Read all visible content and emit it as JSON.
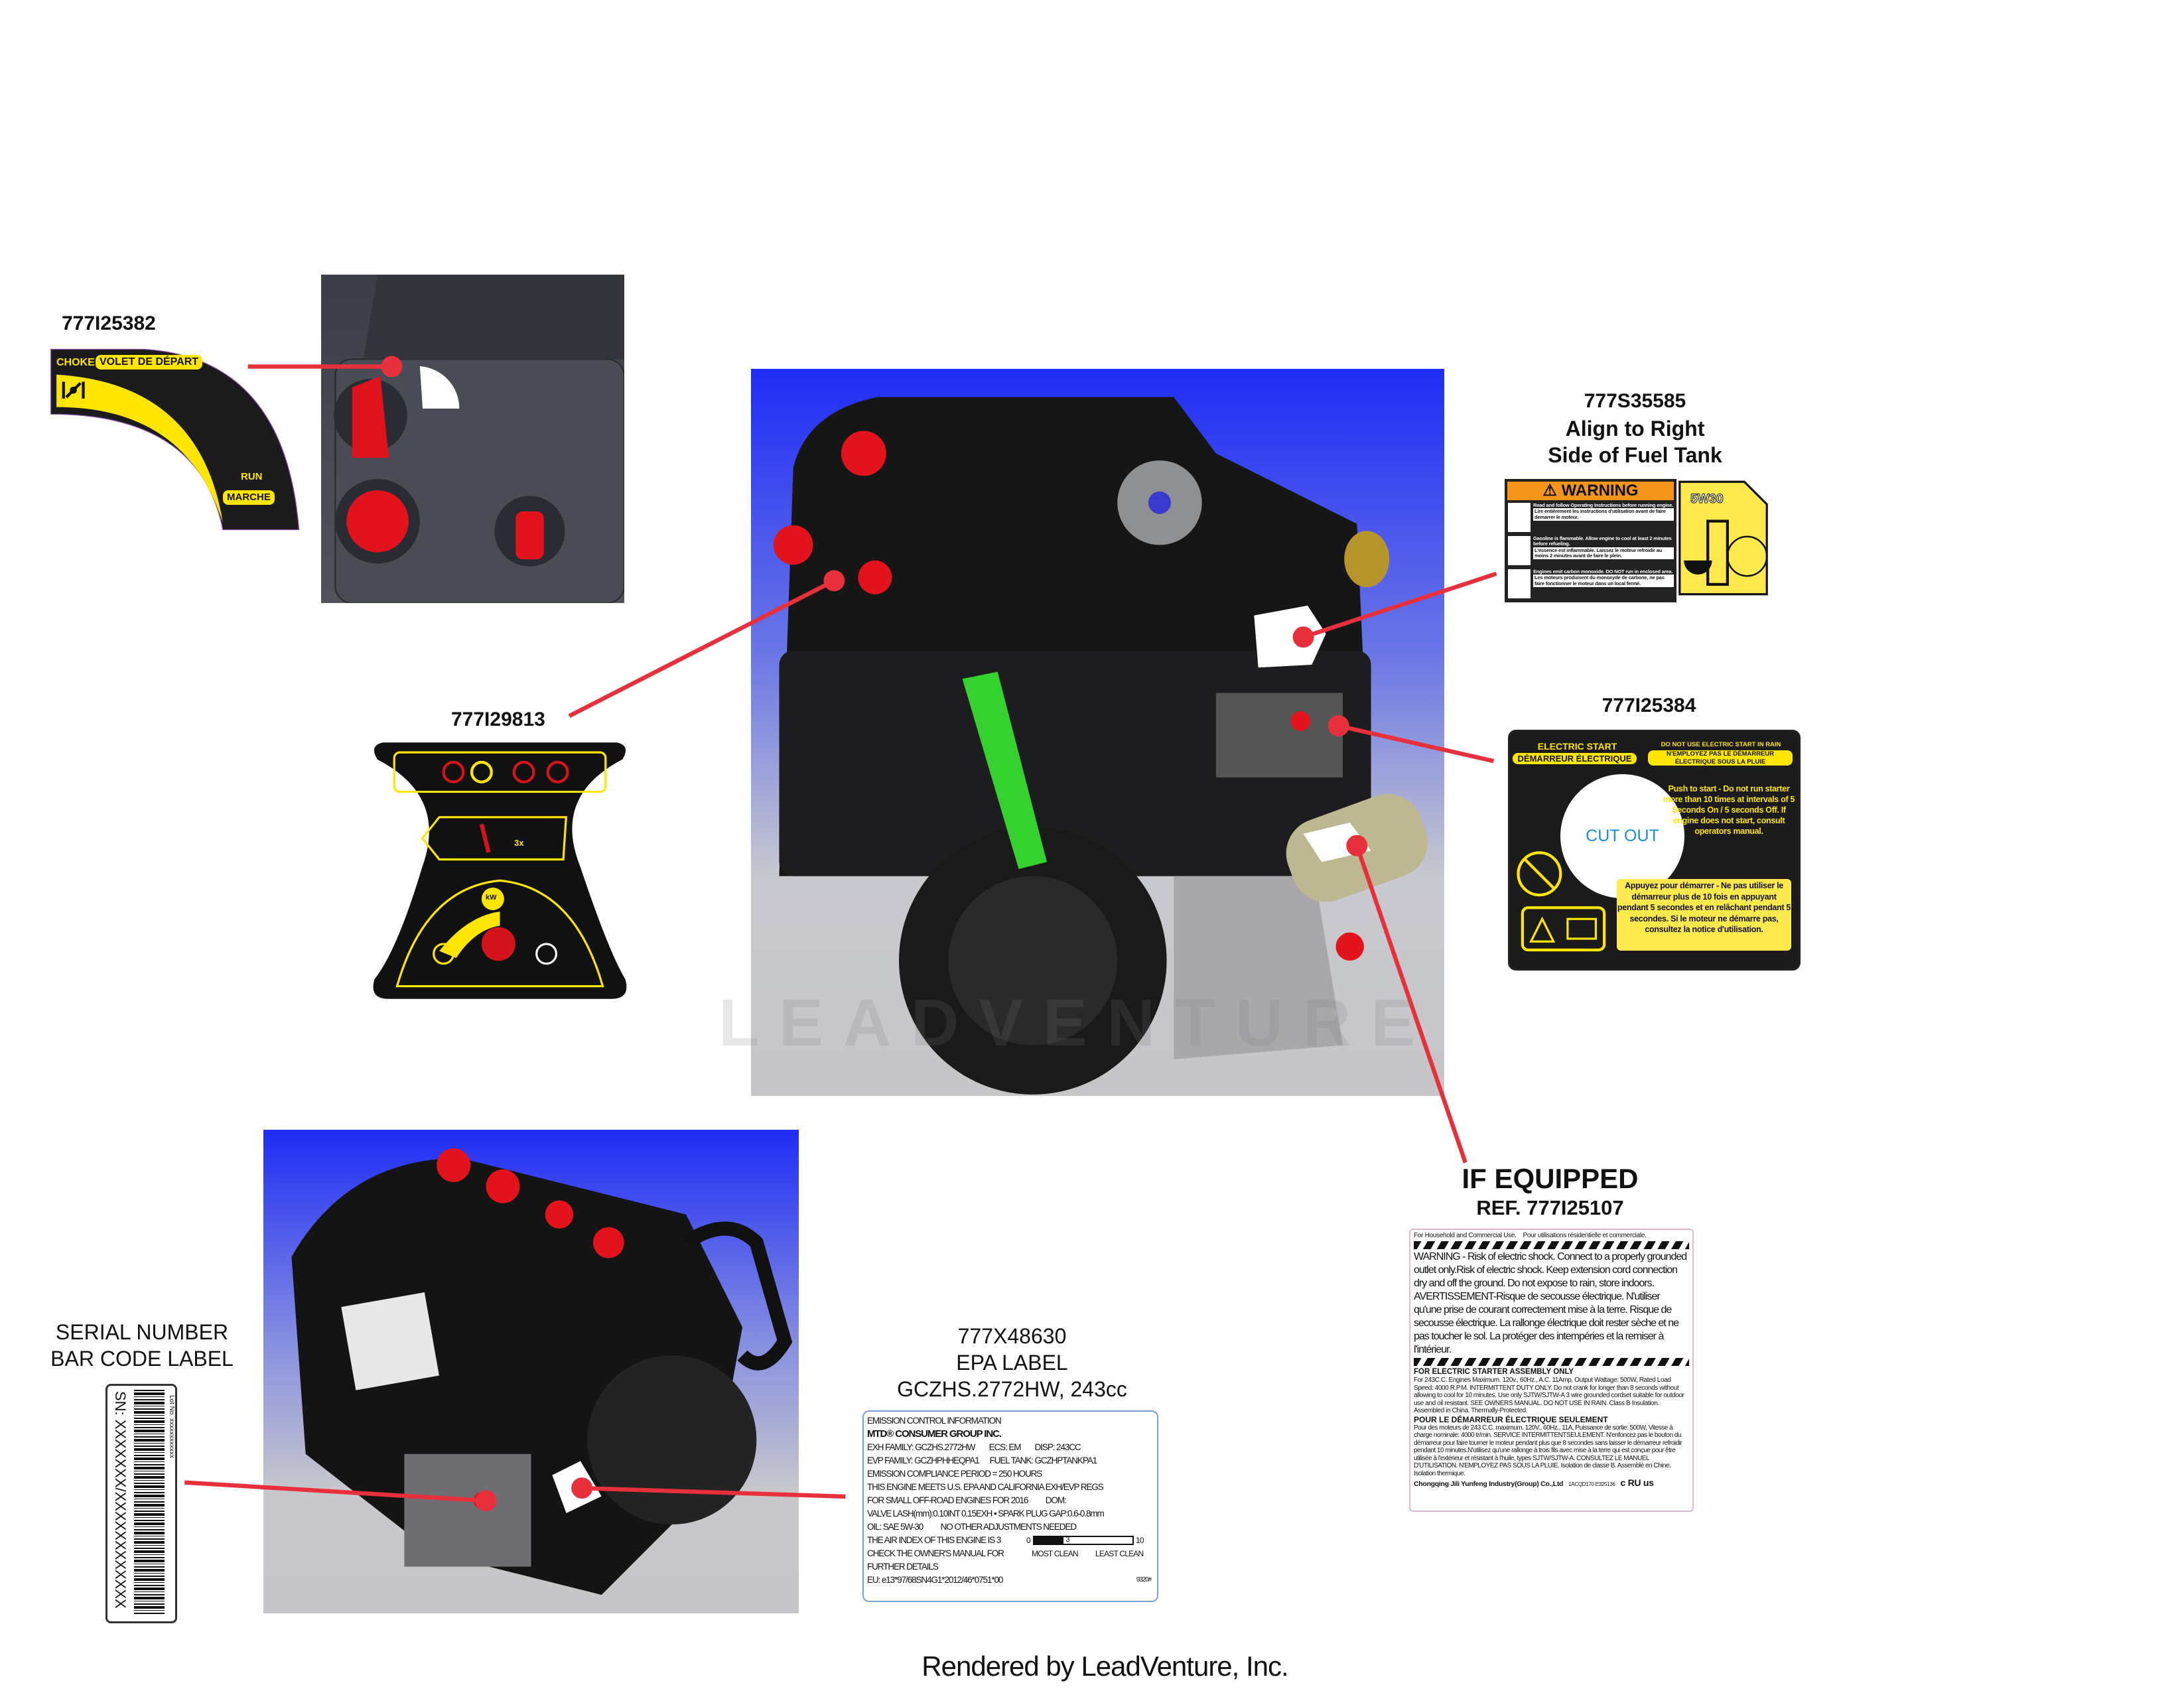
{
  "choke_label": {
    "part_number": "777I25382",
    "choke": "CHOKE",
    "choke_fr": "VOLET DE DÉPART",
    "run": "RUN",
    "run_fr": "MARCHE"
  },
  "control_panel_label": {
    "part_number": "777I29813",
    "repeat_text": "3x",
    "power_symbol": "kW"
  },
  "fuel_tank_label": {
    "part_number": "777S35585",
    "note_line1": "Align to Right",
    "note_line2": "Side of Fuel Tank",
    "warning_title": "WARNING",
    "oil": "5W30",
    "rows": [
      {
        "en": "Read and follow Operating Instructions before running engine.",
        "fr": "Lire entièrement les instructions d'utilisation avant de faire demarrer le moteur."
      },
      {
        "en": "Gasoline is flammable. Allow engine to cool at least 2 minutes before refueling.",
        "fr": "L'essence est inflammable. Laissez le moteur refroidir au moins 2 minutes avant de faire le plein."
      },
      {
        "en": "Engines emit carbon monoxide. DO NOT run in enclosed area.",
        "fr": "Les moteurs produisent du monoxyde de carbone, ne pas faire fonctionner le moteur dans un local fermé."
      }
    ]
  },
  "electric_start_label": {
    "part_number": "777I25384",
    "title": "ELECTRIC START",
    "title_fr": "DÉMARREUR ÉLECTRIQUE",
    "rain_en": "DO NOT USE ELECTRIC START IN RAIN",
    "rain_fr": "N'EMPLOYEZ PAS LE DÉMARREUR ÉLECTRIQUE SOUS LA PLUIE",
    "cutout": "CUT OUT",
    "instructions_en": "Push to start - Do not run starter more than 10 times at intervals of 5 Seconds On / 5 seconds Off. If engine does not start, consult operators manual.",
    "instructions_fr": "Appuyez pour démarrer - Ne pas utiliser le démarreur plus de 10 fois en appuyant pendant 5 secondes et en relâchant pendant 5 secondes. Si le moteur ne démarre pas, consultez la notice d'utilisation."
  },
  "starter_label": {
    "heading": "IF EQUIPPED",
    "ref": "REF. 777I25107",
    "top_line": "For Household and Commercial Use.    Pour utilisations résidentielle et commerciale.",
    "warning": "WARNING - Risk of electric shock. Connect to a properly grounded outlet only.Risk of electric shock. Keep extension cord connection dry and off the ground. Do not expose to rain, store indoors. AVERTISSEMENT-Risque de secousse électrique. N'utiliser qu'une prise de courant correctement mise à la terre. Risque de secousse électrique. La rallonge électrique doit rester sèche et ne pas toucher le sol. La protéger des intempéries et la remiser à l'intérieur.",
    "en_heading": "FOR ELECTRIC STARTER ASSEMBLY ONLY",
    "en_body": "For 243C.C. Engines Maximum. 120v., 60Hz., A.C. 11Amp, Output Wattage: 500W, Rated Load Speed: 4000 R.P.M.  INTERMITTENT DUTY ONLY.  Do not crank for longer than 8 seconds without allowing to cool for 10 minutes. Use only SJTW/SJTW-A 3 wire grounded cordset suitable for outdoor use and oil resistant. SEE OWNERS MANUAL. DO NOT USE IN RAIN. Class B Insulation. Assembled in China. Thermally-Protected.",
    "fr_heading": "POUR LE DÉMARREUR ÉLECTRIQUE SEULEMENT",
    "fr_body": "Pour des moteurs de 243 C.C. maximum. 120V., 60Hz., 11A, Puissance de sortie: 500W, Vitesse à charge nominale: 4000 tr/min. SERVICE INTERMITTENTSEULEMENT. N'enfoncez pas le bouton du démarreur pour faire tourner le moteur pendant plus que 8 secondes sans laisser le démarreur refroidir pendant 10 minutes.N'utilisez qu'une rallonge à trois fils avec mise à la terre qui est conçue pour être utilisée à l'extérieur et résistant à l'huile, types SJTW/SJTW-A. CONSULTEZ LE MANUEL D'UTILISATION. N'EMPLOYEZ PAS SOUS LA PLUIE. Isolation de classe B. Assemblé en Chine. Isolation thermique.",
    "maker": "Chongqing Jili Yunfeng Industry(Group) Co.,Ltd",
    "codes": "1ACQD170  E325136",
    "cert": "c RU us"
  },
  "serial_label": {
    "caption_line1": "SERIAL NUMBER",
    "caption_line2": "BAR CODE LABEL",
    "sn": "SN: XXXXXXX/XXXXXXXXXXXX",
    "lot": "Lot No. xxxxxxxxxxxx"
  },
  "epa_label": {
    "caption_line1": "777X48630",
    "caption_line2": "EPA LABEL",
    "caption_line3": "GCZHS.2772HW, 243cc",
    "lines": [
      "EMISSION CONTROL INFORMATION",
      "MTD® CONSUMER GROUP INC.",
      "EXH FAMILY: GCZHS.2772HW        ECS: EM        DISP: 243CC",
      "EVP FAMILY: GCZHPHHEQPA1      FUEL TANK: GCZHPTANKPA1",
      "EMISSION COMPLIANCE PERIOD = 250 HOURS",
      "THIS ENGINE MEETS U.S. EPA AND CALIFORNIA EXH/EVP REGS",
      "FOR SMALL OFF-ROAD ENGINES FOR 2016          DOM:",
      "VALVE LASH(mm):0.10INT 0.15EXH • SPARK PLUG GAP:0.6-0.8mm",
      "OIL: SAE 5W-30          NO OTHER ADJUSTMENTS NEEDED"
    ],
    "air_index_text": [
      "THE AIR INDEX OF THIS ENGINE IS 3",
      "CHECK THE OWNER'S MANUAL FOR",
      "FURTHER DETAILS"
    ],
    "air_index": {
      "value": 3,
      "min": 0,
      "max": 10,
      "min_label": "0",
      "max_label": "10",
      "value_label": "3",
      "left": "MOST CLEAN",
      "right": "LEAST CLEAN"
    },
    "eu": "EU: e13*97/68SN4G1*2012/46*0751*00",
    "code": "9320#"
  },
  "watermark": "LEADVENTURE",
  "footer": "Rendered by LeadVenture, Inc.",
  "colors": {
    "callout": "#e8303c",
    "decal_yellow": "#ffe600",
    "decal_black": "#1b1b1b",
    "warning_orange": "#f39519",
    "cutout_blue": "#1a8fd6",
    "render_blue": "#1f2cf5"
  }
}
